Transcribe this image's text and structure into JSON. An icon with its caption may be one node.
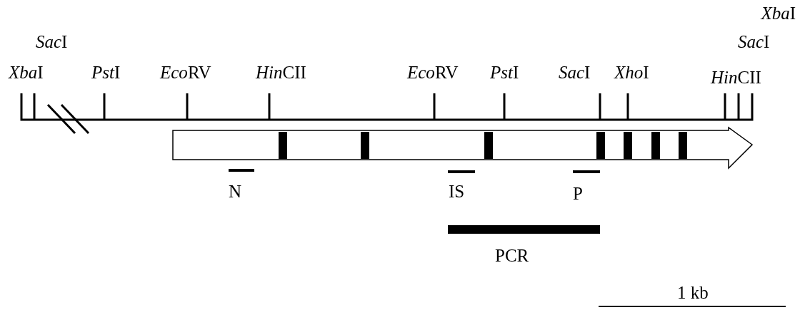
{
  "diagram": {
    "labels": [
      "XbaI",
      "SacI",
      "SacI",
      "XbaI",
      "PstI",
      "EcoRV",
      "HinCII",
      "EcoRV",
      "PstI",
      "SacI",
      "XhoI",
      "HinCII",
      "N",
      "IS",
      "P",
      "PCR",
      "1 kb"
    ]
  }
}
